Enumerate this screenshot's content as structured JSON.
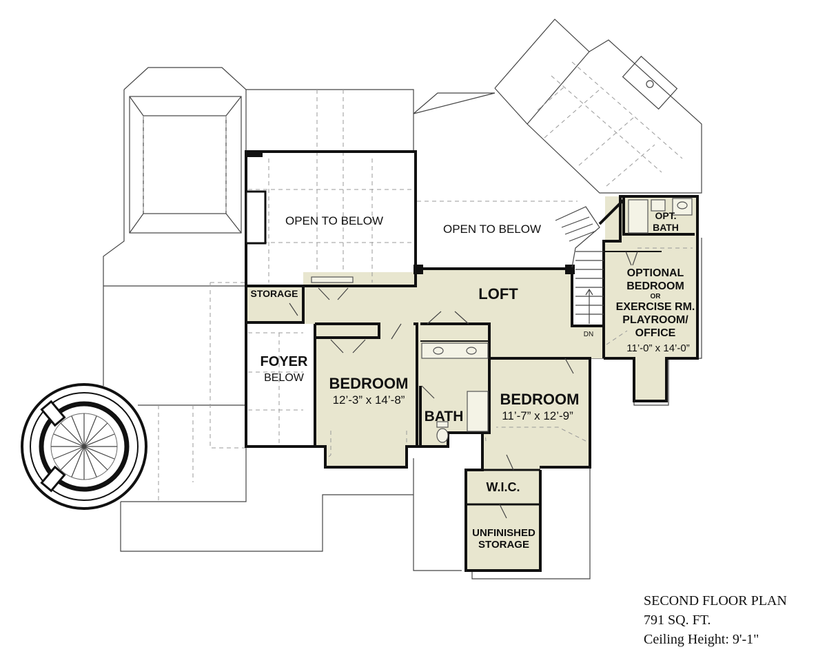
{
  "rooms": {
    "open_below_left": "OPEN TO BELOW",
    "open_below_right": "OPEN TO BELOW",
    "storage": "STORAGE",
    "loft": "LOFT",
    "foyer_title": "FOYER",
    "foyer_sub": "BELOW",
    "bedroom1_title": "BEDROOM",
    "bedroom1_size": "12’-3” x 14’-8”",
    "bath": "BATH",
    "bedroom2_title": "BEDROOM",
    "bedroom2_size": "11’-7” x 12’-9”",
    "wic": "W.I.C.",
    "unfinished_l1": "UNFINISHED",
    "unfinished_l2": "STORAGE",
    "opt_bath_l1": "OPT.",
    "opt_bath_l2": "BATH",
    "opt_l1": "OPTIONAL",
    "opt_l2": "BEDROOM",
    "opt_l3": "OR",
    "opt_l4": "EXERCISE RM.",
    "opt_l5": "PLAYROOM/",
    "opt_l6": "OFFICE",
    "opt_size": "11’-0” x 14’-0”",
    "stair_dn": "DN"
  },
  "caption": {
    "title": "SECOND FLOOR PLAN",
    "area": "791 SQ. FT.",
    "ceiling": "Ceiling Height: 9'-1\""
  },
  "colors": {
    "room_fill": "#e8e6cf",
    "wall": "#111111",
    "roof_line": "#444444",
    "hidden_line": "#999999"
  }
}
